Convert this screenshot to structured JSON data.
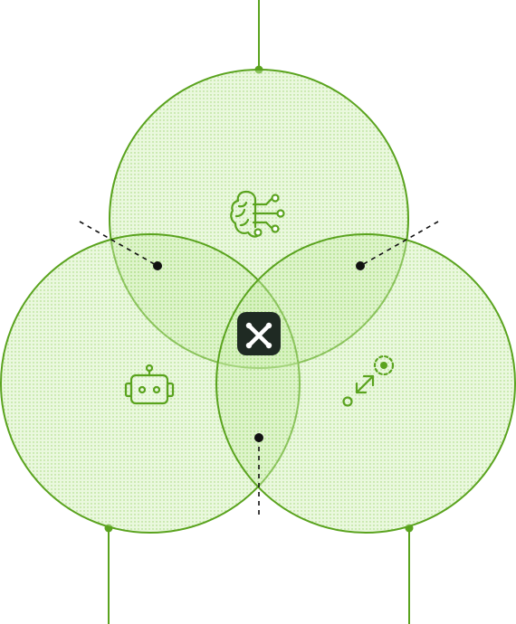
{
  "diagram": {
    "theme": {
      "stroke": "#5aa31e",
      "fill": "#cdeeb0",
      "dot_pattern": "#8fcf5f",
      "leader_line": "#111111",
      "hub_background": "#1f2a23",
      "hub_icon": "#ffffff"
    },
    "circles": [
      {
        "id": "top",
        "icon": "brain-circuit-icon"
      },
      {
        "id": "left",
        "icon": "robot-icon"
      },
      {
        "id": "right",
        "icon": "point-to-point-arrow-icon"
      }
    ],
    "hub": {
      "icon": "cross-connect-logo-icon"
    },
    "connectors": [
      {
        "id": "top-connector"
      },
      {
        "id": "left-connector"
      },
      {
        "id": "right-connector"
      }
    ]
  }
}
